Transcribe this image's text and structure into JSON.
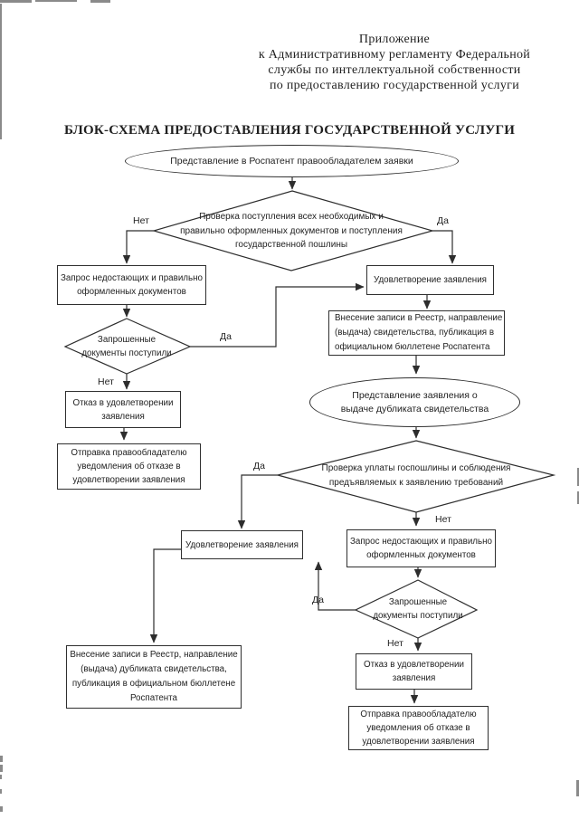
{
  "header": {
    "block": "Приложение\nк Административному регламенту Федеральной\nслужбы по интеллектуальной собственности\nпо предоставлению государственной услуги"
  },
  "title": "БЛОК-СХЕМА ПРЕДОСТАВЛЕНИЯ ГОСУДАРСТВЕННОЙ УСЛУГИ",
  "labels": {
    "yes": "Да",
    "no": "Нет"
  },
  "nodes": {
    "start": "Представление в Роспатент правообладателем заявки",
    "check_docs": "Проверка поступления всех необходимых и\nправильно оформленных документов и поступления\nгосударственной пошлины",
    "request_missing": "Запрос недостающих и правильно\nоформленных документов",
    "docs_received": "Запрошенные\nдокументы поступили",
    "refuse": "Отказ в удовлетворении\nзаявления",
    "send_refusal": "Отправка правообладателю\nуведомления об отказе в\nудовлетворении заявления",
    "satisfy": "Удовлетворение заявления",
    "register": "Внесение записи в Реестр, направление\n(выдача) свидетельства, публикация в\nофициальном бюллетене Роспатента",
    "duplicate_request": "Представление заявления о\nвыдаче дубликата свидетельства",
    "check_fee": "Проверка уплаты госпошлины и соблюдения\nпредъявляемых к заявлению требований",
    "request_missing2": "Запрос недостающих и правильно\nоформленных документов",
    "docs_received2": "Запрошенные\nдокументы поступили",
    "satisfy2": "Удовлетворение заявления",
    "register_duplicate": "Внесение записи в Реестр, направление\n(выдача) дубликата свидетельства,\nпубликация в официальном бюллетене\nРоспатента",
    "refuse2": "Отказ в удовлетворении\nзаявления",
    "send_refusal2": "Отправка правообладателю\nуведомления об отказе в\nудовлетворении заявления"
  },
  "colors": {
    "ink": "#1f1f1f",
    "line": "#2d2d2d",
    "paper": "#ffffff",
    "artifact": "#8a8a8a"
  }
}
